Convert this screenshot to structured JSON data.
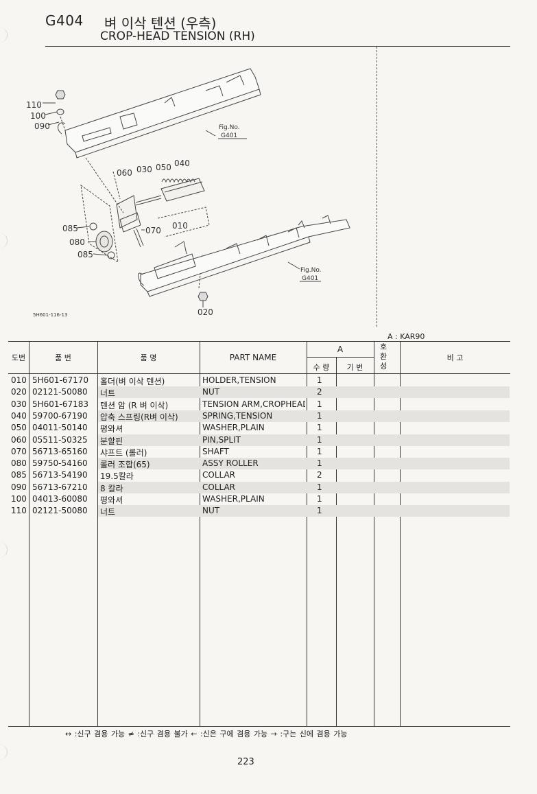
{
  "header": {
    "code": "G404",
    "title_ko": "벼 이삭 텐션 (우측)",
    "title_en": "CROP-HEAD TENSION (RH)"
  },
  "illustration": {
    "callouts": [
      "110",
      "100",
      "090",
      "060",
      "030",
      "050",
      "040",
      "085",
      "080",
      "085",
      "070",
      "010",
      "020"
    ],
    "fig_ref_1": [
      "Fig.No.",
      "G401"
    ],
    "fig_ref_2": [
      "Fig.No.",
      "G401"
    ],
    "drawing_no": "5H601-116-13"
  },
  "model_note": "A : KAR90",
  "table": {
    "headers": {
      "no": "도번",
      "part_no": "품 번",
      "name_ko": "품 명",
      "part_name": "PART NAME",
      "group_a": "A",
      "qty": "수 량",
      "base": "기 번",
      "interchange": "호환성",
      "remarks": "비 고"
    },
    "rows": [
      {
        "no": "010",
        "part": "5H601-67170",
        "ko": "홀더(벼 이삭 텐션)",
        "en": "HOLDER,TENSION",
        "qty": "1"
      },
      {
        "no": "020",
        "part": "02121-50080",
        "ko": "너트",
        "en": "NUT",
        "qty": "2"
      },
      {
        "no": "030",
        "part": "5H601-67183",
        "ko": "텐션 암 (R 벼 이삭)",
        "en": "TENSION ARM,CROPHEAD",
        "qty": "1"
      },
      {
        "no": "040",
        "part": "59700-67190",
        "ko": "압축 스프링(R벼 이삭)",
        "en": "SPRING,TENSION",
        "qty": "1"
      },
      {
        "no": "050",
        "part": "04011-50140",
        "ko": "평와셔",
        "en": "WASHER,PLAIN",
        "qty": "1"
      },
      {
        "no": "060",
        "part": "05511-50325",
        "ko": "분할핀",
        "en": "PIN,SPLIT",
        "qty": "1"
      },
      {
        "no": "070",
        "part": "56713-65160",
        "ko": "샤프트 (롤러)",
        "en": "SHAFT",
        "qty": "1"
      },
      {
        "no": "080",
        "part": "59750-54160",
        "ko": "롤러 조합(65)",
        "en": "ASSY ROLLER",
        "qty": "1"
      },
      {
        "no": "085",
        "part": "56713-54190",
        "ko": "19.5칼라",
        "en": "COLLAR",
        "qty": "2"
      },
      {
        "no": "090",
        "part": "56713-67210",
        "ko": "8 칼라",
        "en": "COLLAR",
        "qty": "1"
      },
      {
        "no": "100",
        "part": "04013-60080",
        "ko": "평와셔",
        "en": "WASHER,PLAIN",
        "qty": "1"
      },
      {
        "no": "110",
        "part": "02121-50080",
        "ko": "너트",
        "en": "NUT",
        "qty": "1"
      }
    ]
  },
  "legend": "↔ :신구 겸용 가능    ≠ :신구 겸용 불가    ← :신은 구에 겸용 가능    → :구는 신에 겸용 가능",
  "page_number": "223"
}
